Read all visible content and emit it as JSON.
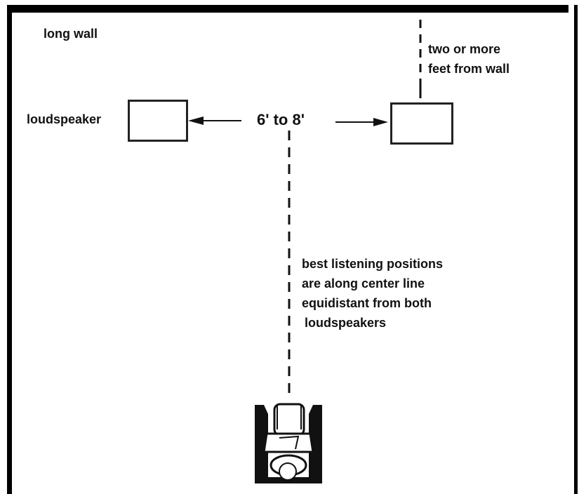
{
  "labels": {
    "long_wall": "long wall",
    "wall_distance": [
      "two or more",
      "feet from wall"
    ],
    "loudspeaker": "loudspeaker",
    "spacing": "6' to 8'",
    "best_positions": [
      "best listening positions",
      "are along center line",
      "equidistant from both",
      "loudspeakers"
    ]
  },
  "icons": {
    "listener": "listener-chair-icon"
  },
  "colors": {
    "ink": "#111111",
    "background": "#ffffff"
  }
}
